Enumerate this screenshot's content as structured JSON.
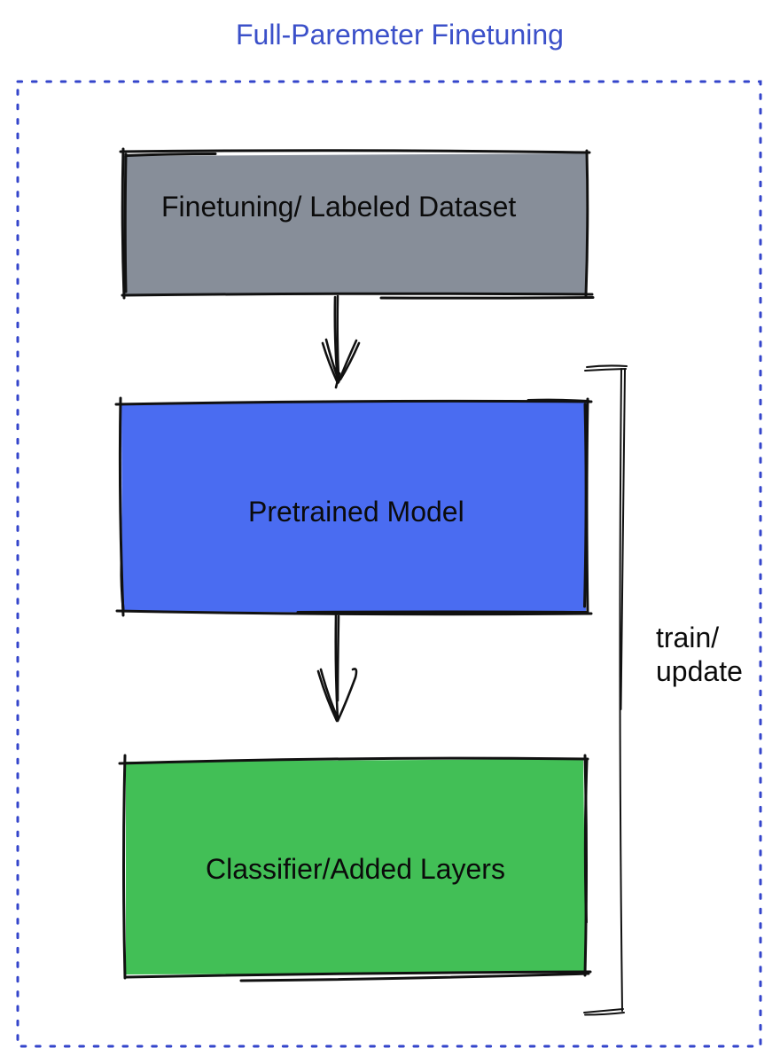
{
  "title": {
    "text": "Full-Paremeter Finetuning",
    "color": "#3B50C9"
  },
  "frame": {
    "style": "dashed",
    "color": "#3445CB"
  },
  "diagram": {
    "type": "flowchart",
    "nodes": [
      {
        "id": "dataset",
        "label": "Finetuning/ Labeled Dataset",
        "fill": "#878E99"
      },
      {
        "id": "pretrained",
        "label": "Pretrained Model",
        "fill": "#4A6CF1"
      },
      {
        "id": "classifier",
        "label": "Classifier/Added Layers",
        "fill": "#42BF56"
      }
    ],
    "edges": [
      {
        "from": "dataset",
        "to": "pretrained",
        "type": "arrow-down"
      },
      {
        "from": "pretrained",
        "to": "classifier",
        "type": "arrow-down"
      }
    ],
    "bracket": {
      "label": "train/\nupdate",
      "side": "right",
      "spans": [
        "pretrained",
        "classifier"
      ]
    }
  }
}
